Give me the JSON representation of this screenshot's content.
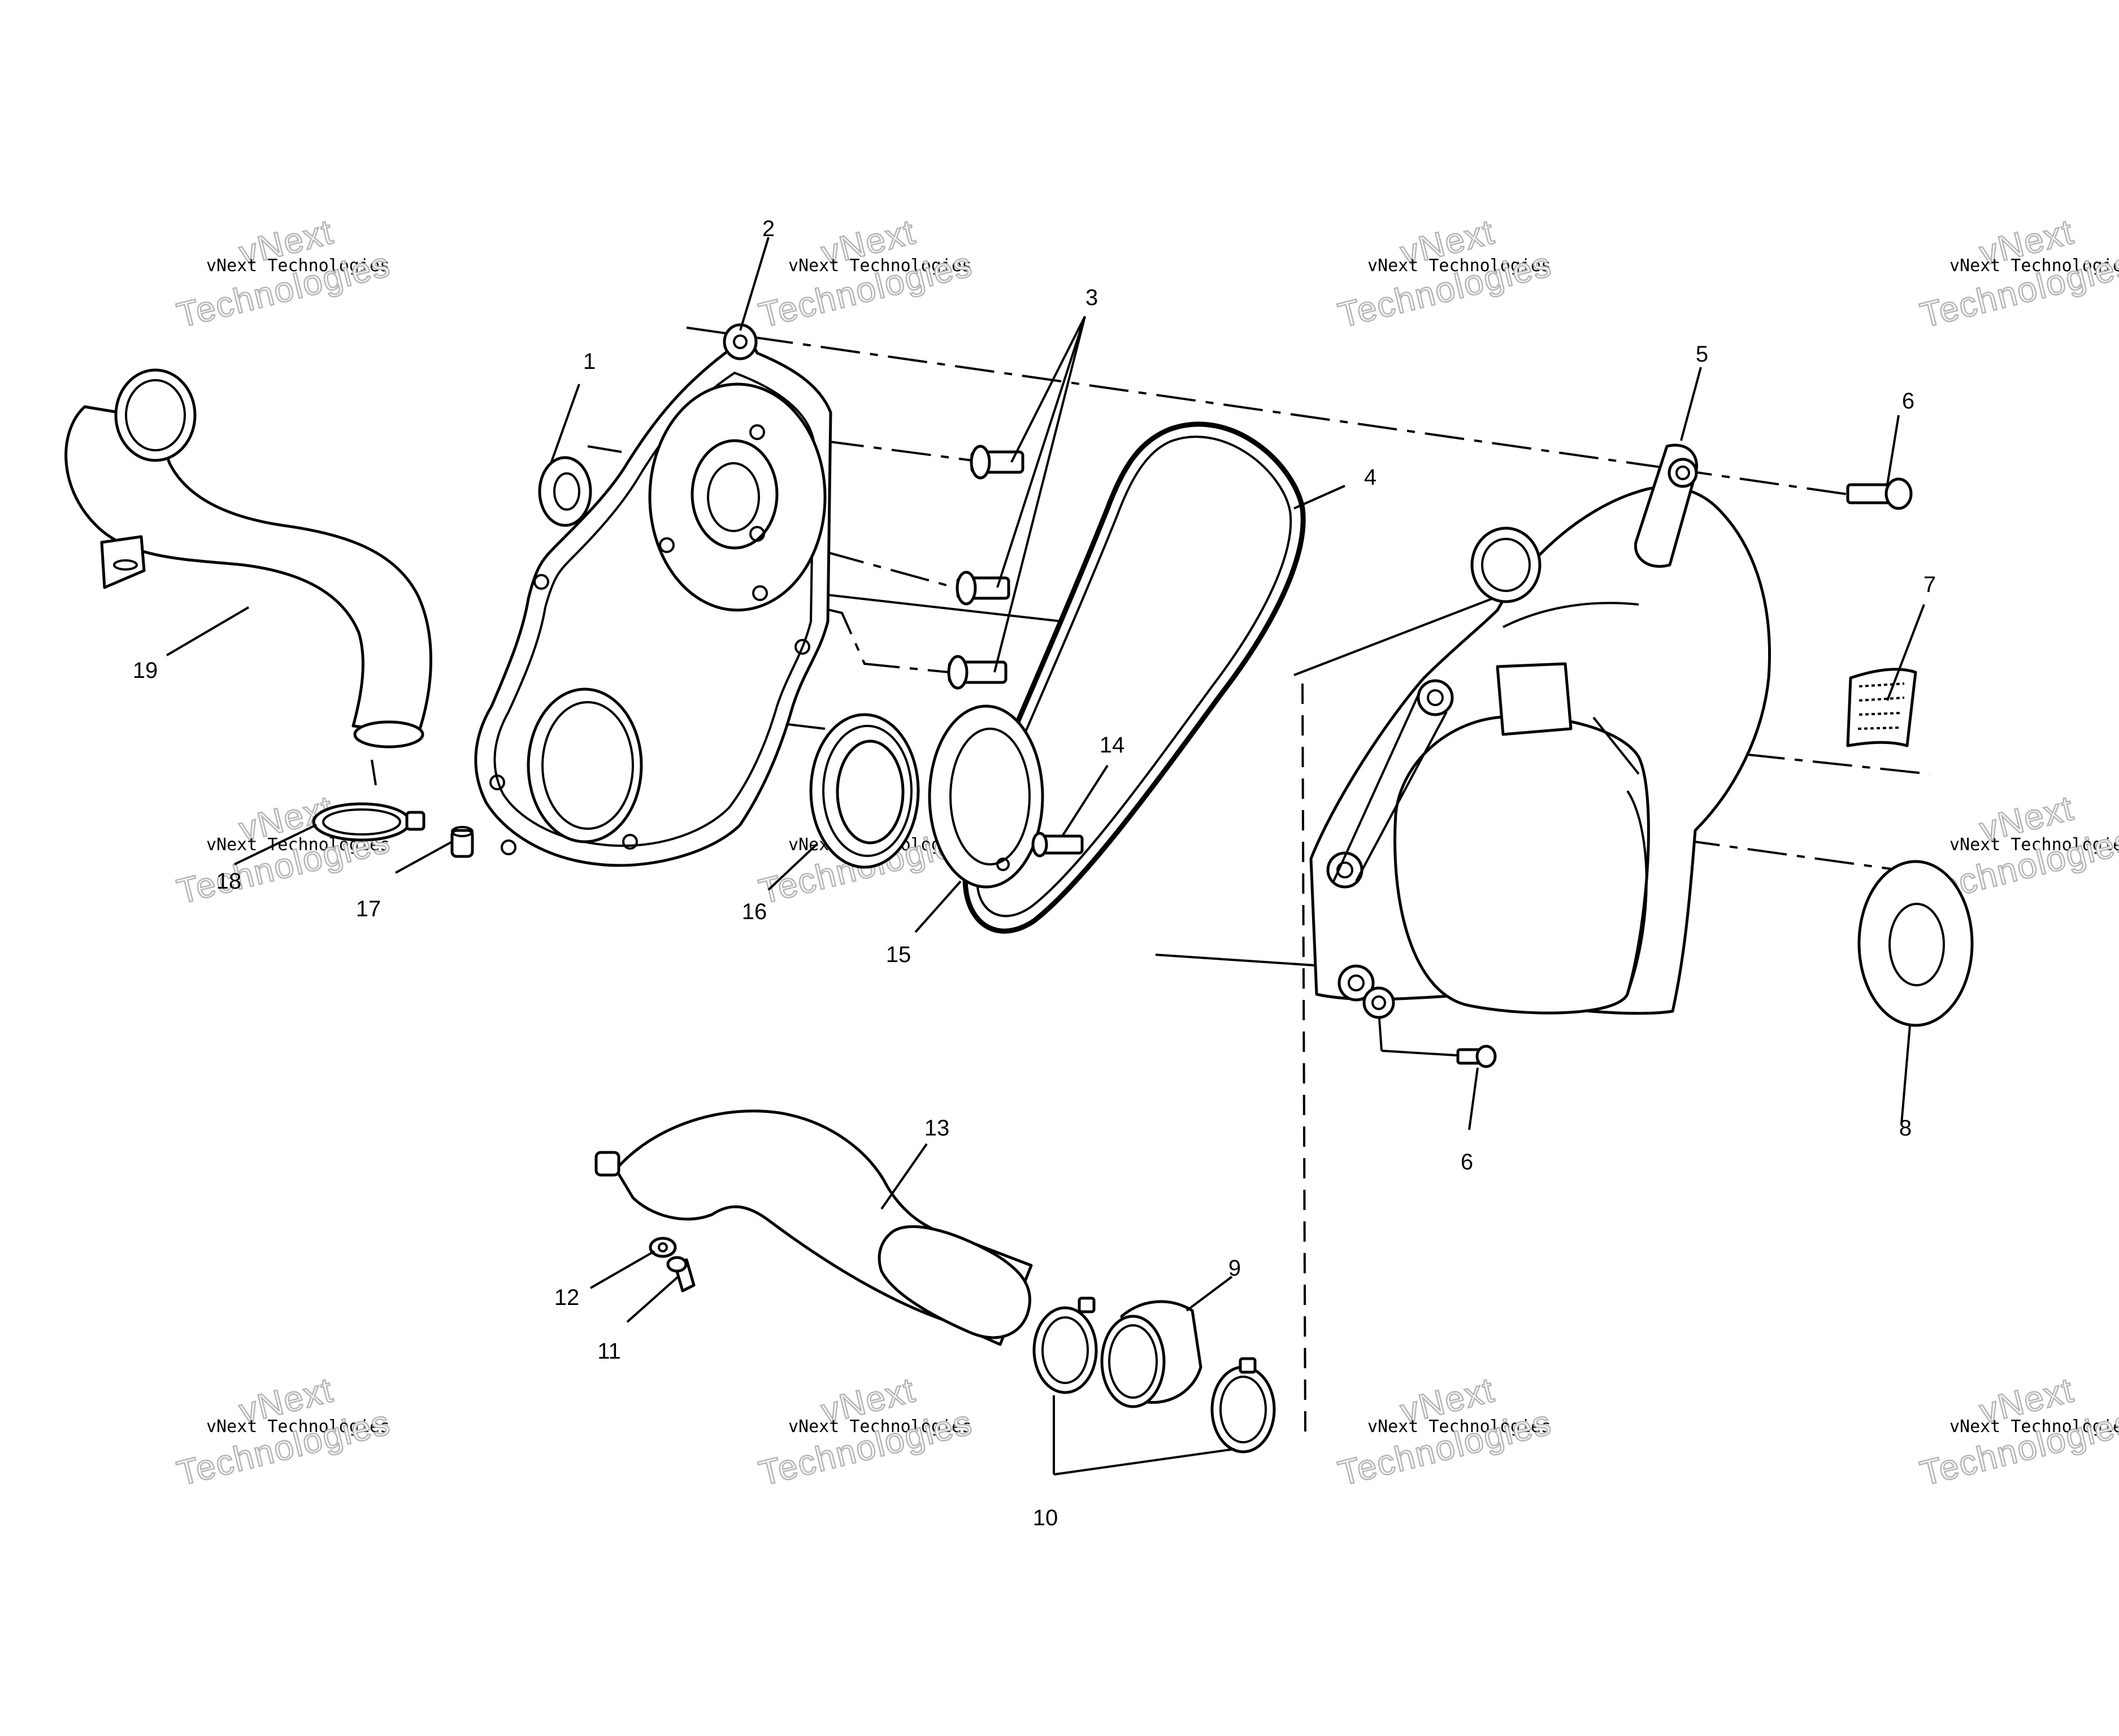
{
  "callouts": {
    "c1": "1",
    "c2": "2",
    "c3": "3",
    "c4": "4",
    "c5": "5",
    "c6a": "6",
    "c6b": "6",
    "c7": "7",
    "c8": "8",
    "c9": "9",
    "c10": "10",
    "c11": "11",
    "c12": "12",
    "c13": "13",
    "c14": "14",
    "c15": "15",
    "c16": "16",
    "c17": "17",
    "c18": "18",
    "c19": "19"
  },
  "watermark": {
    "brand": "vNext",
    "line": "vNext Technologies",
    "big": "Technologies"
  }
}
